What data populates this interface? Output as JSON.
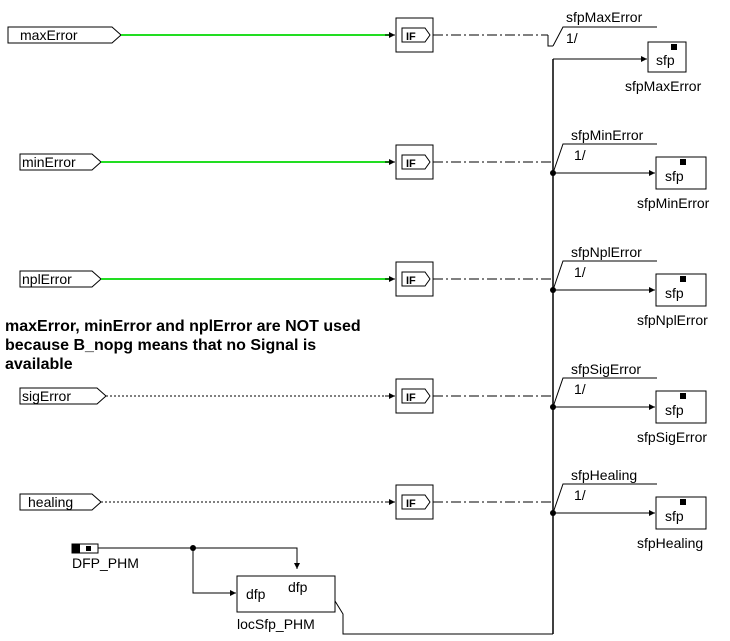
{
  "inputs": [
    {
      "label": "maxError",
      "wire": "green"
    },
    {
      "label": "minError",
      "wire": "green"
    },
    {
      "label": "nplError",
      "wire": "green"
    },
    {
      "label": "sigError",
      "wire": "dotted"
    },
    {
      "label": "healing",
      "wire": "dotted"
    }
  ],
  "signals": [
    {
      "name": "sfpMaxError",
      "mux": "1/",
      "block": "sfp",
      "block_label": "sfpMaxError"
    },
    {
      "name": "sfpMinError",
      "mux": "1/",
      "block": "sfp",
      "block_label": "sfpMinError"
    },
    {
      "name": "sfpNplError",
      "mux": "1/",
      "block": "sfp",
      "block_label": "sfpNplError"
    },
    {
      "name": "sfpSigError",
      "mux": "1/",
      "block": "sfp",
      "block_label": "sfpSigError"
    },
    {
      "name": "sfpHealing",
      "mux": "1/",
      "block": "sfp",
      "block_label": "sfpHealing"
    }
  ],
  "if_block": {
    "text": "IF"
  },
  "note": "maxError, minError and nplError are NOT used because B_nopg means that no Signal is available",
  "dfp_source": {
    "label": "DFP_PHM"
  },
  "local_block": {
    "port_in": "dfp",
    "port_out": "dfp",
    "label": "locSfp_PHM"
  },
  "colors": {
    "active_wire": "#22dd22",
    "line": "#000000",
    "background": "#ffffff"
  }
}
